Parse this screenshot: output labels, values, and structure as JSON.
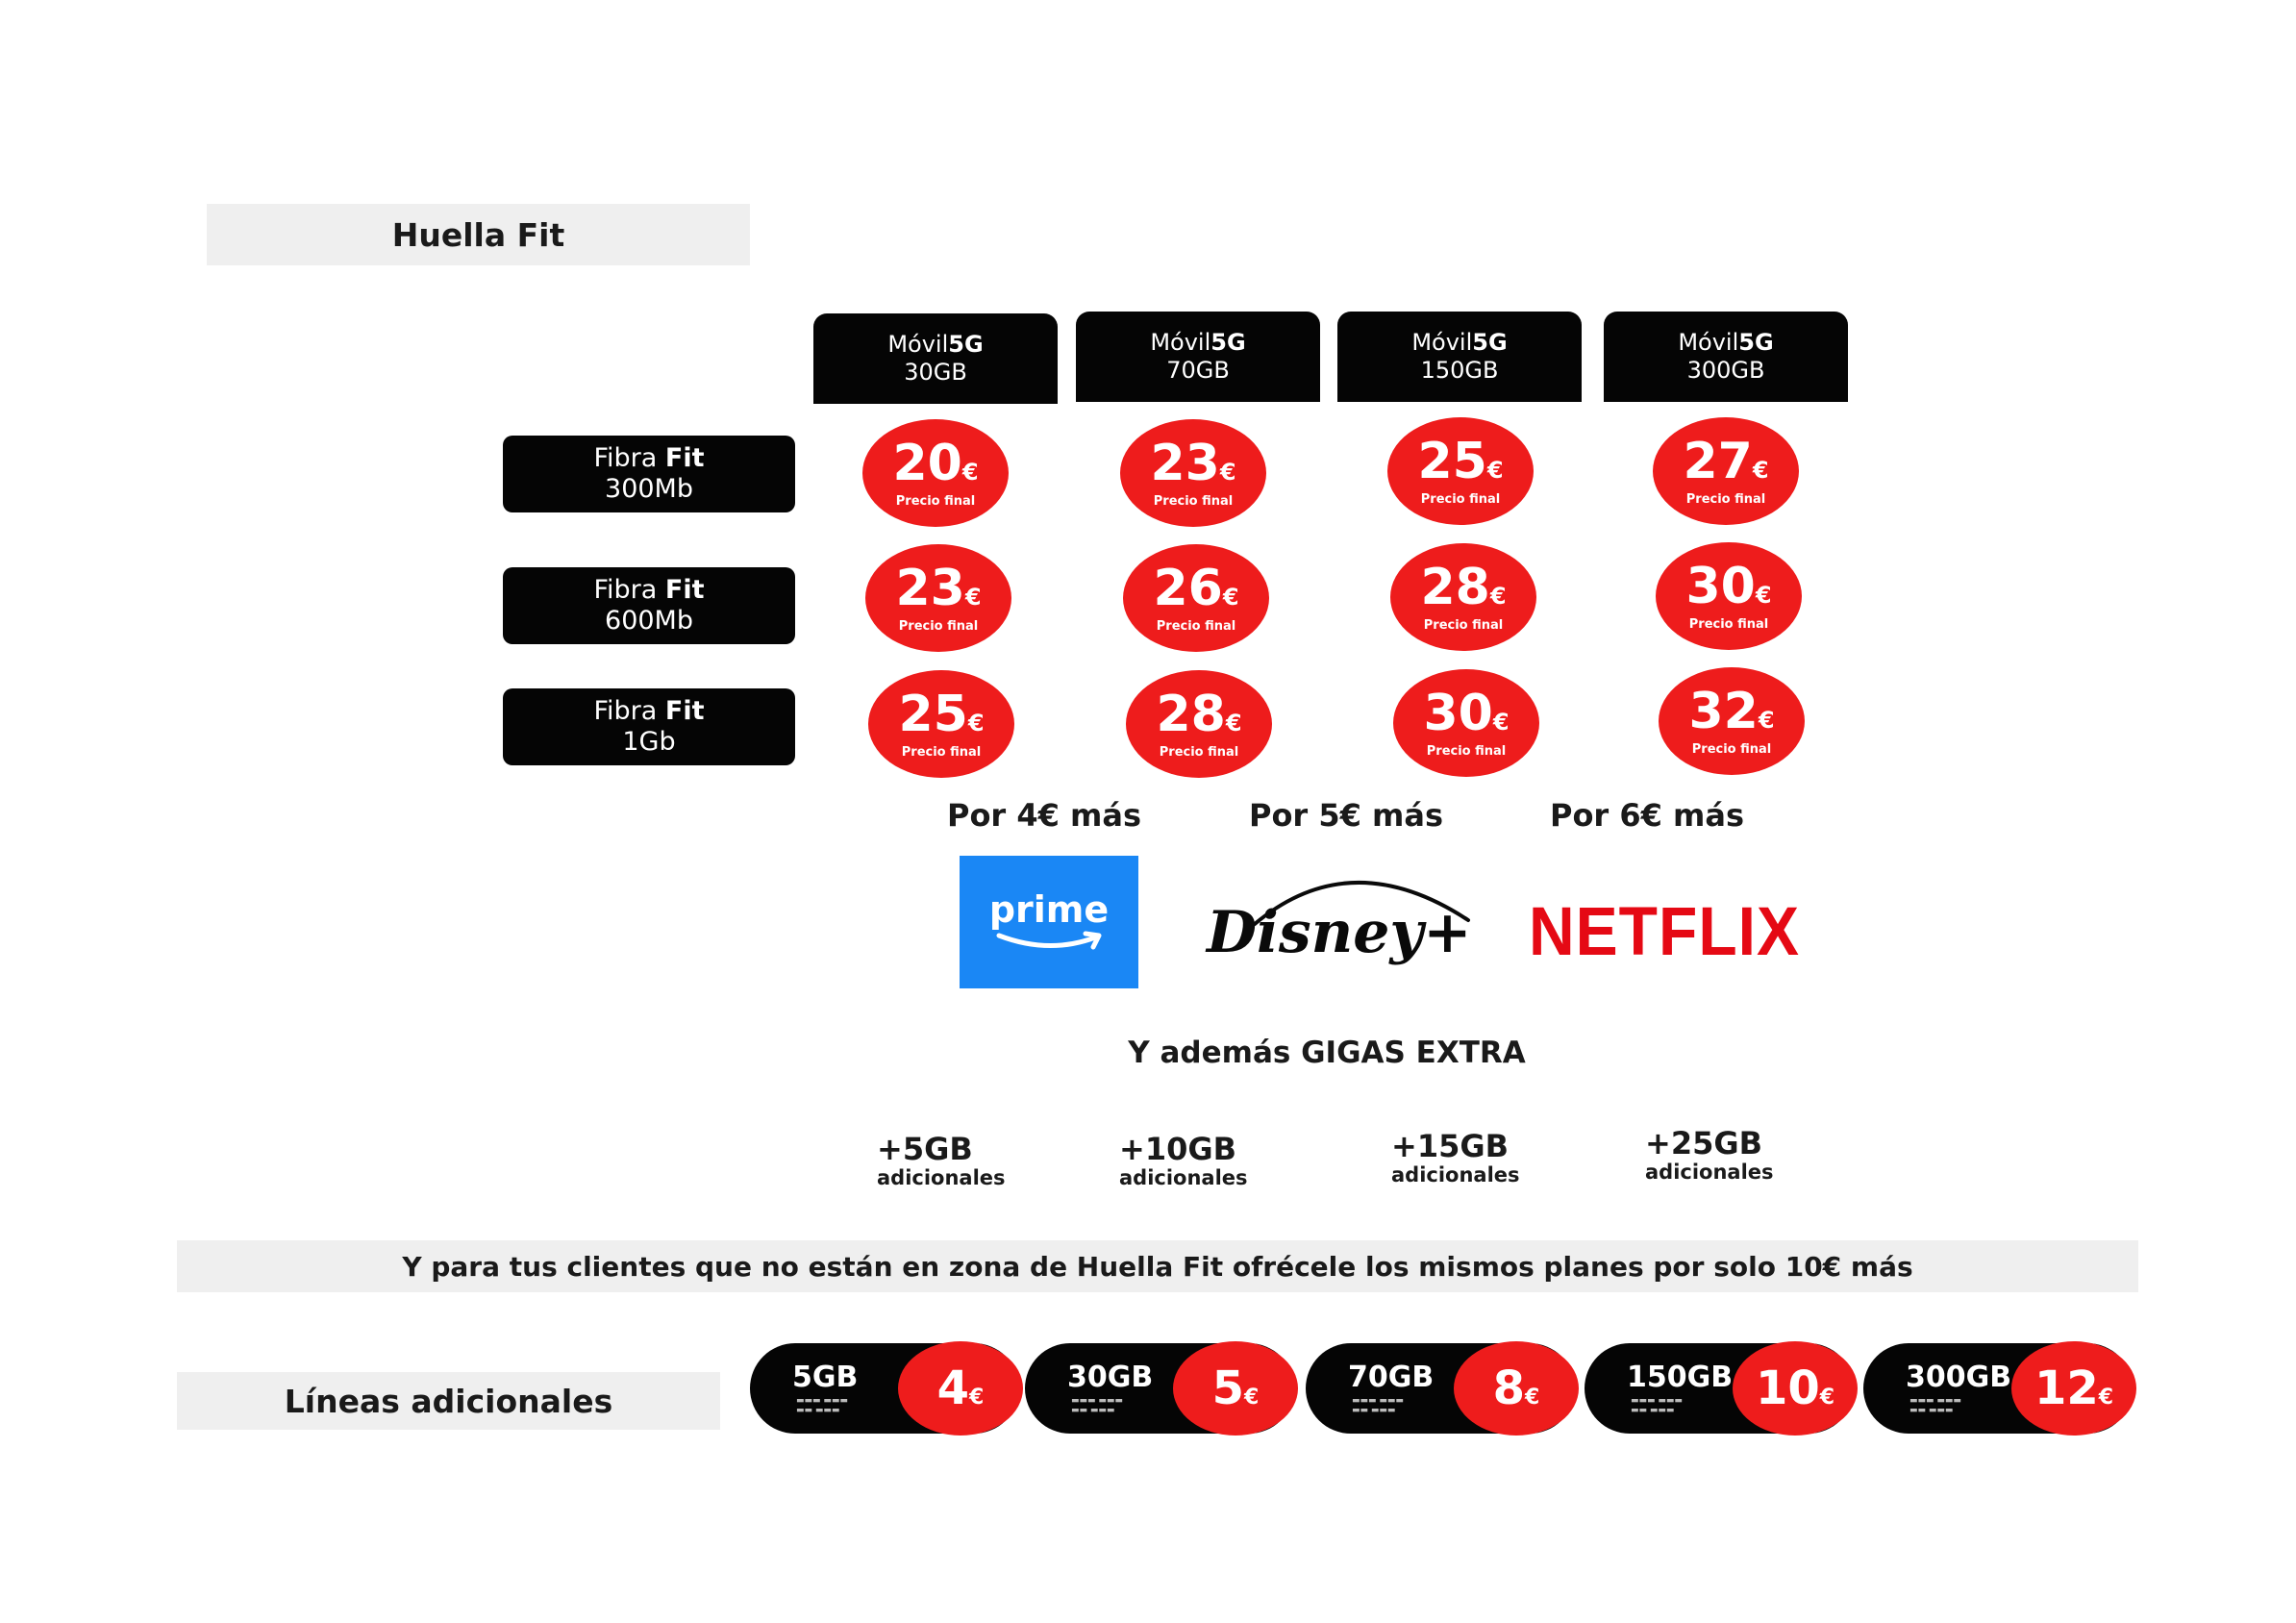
{
  "title": "Huella Fit",
  "columns": [
    {
      "mobile": "Móvil",
      "tech": "5G",
      "data": "30GB"
    },
    {
      "mobile": "Móvil",
      "tech": "5G",
      "data": "70GB"
    },
    {
      "mobile": "Móvil",
      "tech": "5G",
      "data": "150GB"
    },
    {
      "mobile": "Móvil",
      "tech": "5G",
      "data": "300GB"
    }
  ],
  "rows": [
    {
      "fibra": "Fibra",
      "fit": "Fit",
      "speed": "300Mb",
      "prices": [
        "20",
        "23",
        "25",
        "27"
      ]
    },
    {
      "fibra": "Fibra",
      "fit": "Fit",
      "speed": "600Mb",
      "prices": [
        "23",
        "26",
        "28",
        "30"
      ]
    },
    {
      "fibra": "Fibra",
      "fit": "Fit",
      "speed": "1Gb",
      "prices": [
        "25",
        "28",
        "30",
        "32"
      ]
    }
  ],
  "currency": "€",
  "price_sub": "Precio final",
  "addons": [
    "Por 4€ más",
    "Por 5€ más",
    "Por 6€ más"
  ],
  "streaming": {
    "prime": "prime",
    "disney": "Disney+",
    "netflix": "NETFLIX"
  },
  "brand_colors": {
    "prime": "#1a87f5",
    "netflix": "#e50914",
    "price_red": "#ee1c1c"
  },
  "extra_title": "Y además GIGAS EXTRA",
  "extra_gigas": [
    {
      "amount": "+5GB",
      "label": "adicionales"
    },
    {
      "amount": "+10GB",
      "label": "adicionales"
    },
    {
      "amount": "+15GB",
      "label": "adicionales"
    },
    {
      "amount": "+25GB",
      "label": "adicionales"
    }
  ],
  "banner": "Y para tus clientes que no están en zona de Huella Fit ofrécele los mismos planes por solo 10€ más",
  "lines_title": "Líneas adicionales",
  "lines": [
    {
      "gb": "5GB",
      "price": "4"
    },
    {
      "gb": "30GB",
      "price": "5"
    },
    {
      "gb": "70GB",
      "price": "8"
    },
    {
      "gb": "150GB",
      "price": "10"
    },
    {
      "gb": "300GB",
      "price": "12"
    }
  ]
}
